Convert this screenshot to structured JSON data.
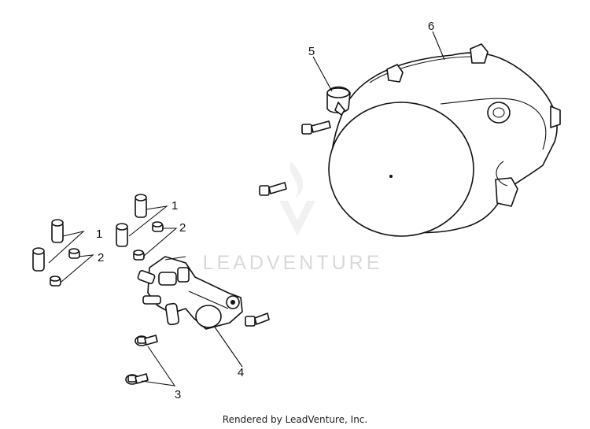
{
  "callouts": {
    "c1a": "1",
    "c1b": "1",
    "c2a": "2",
    "c2b": "2",
    "c3": "3",
    "c4": "4",
    "c5": "5",
    "c6": "6"
  },
  "watermark": {
    "text": "LEADVENTURE",
    "logo_icon": "flame-v-logo-icon"
  },
  "credit": "Rendered by LeadVenture, Inc."
}
